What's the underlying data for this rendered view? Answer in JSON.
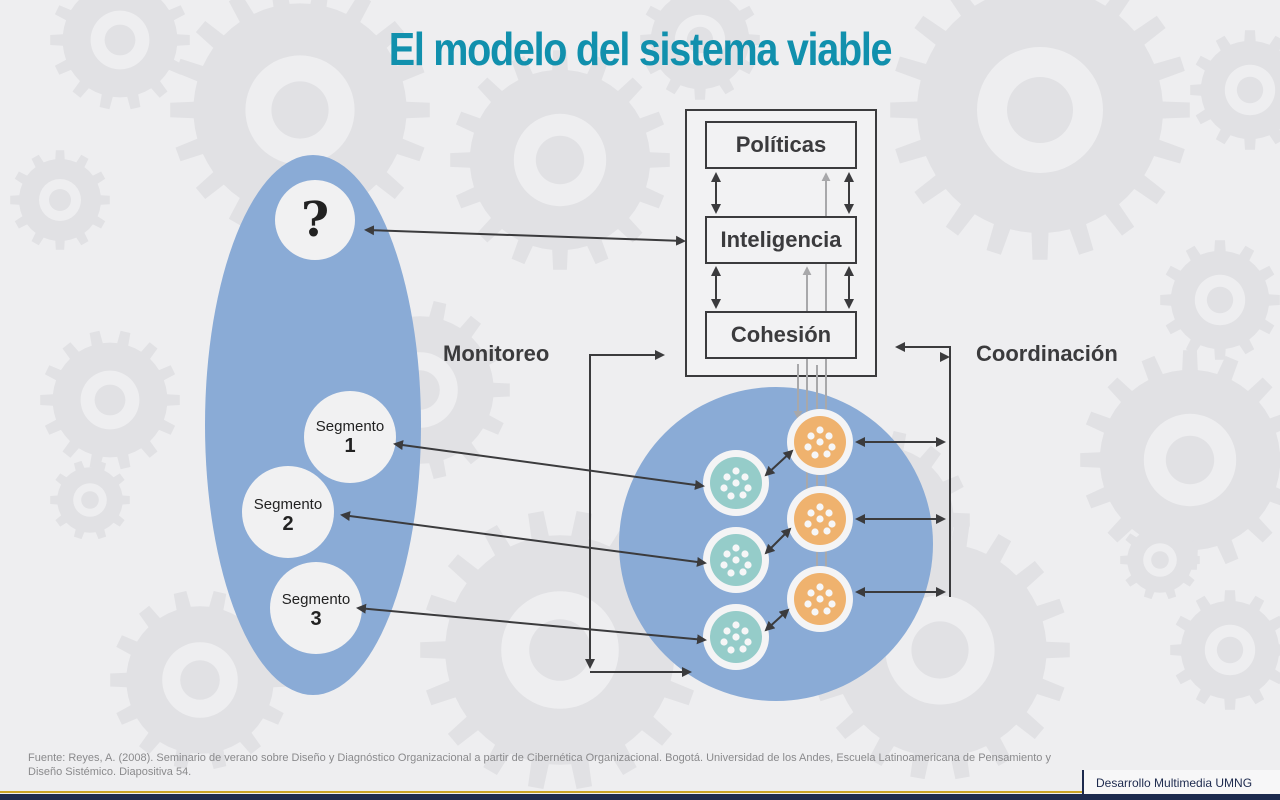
{
  "title": "El modelo del sistema viable",
  "labels": {
    "question": "?",
    "monitoring": "Monitoreo",
    "coordination": "Coordinación"
  },
  "management_boxes": [
    "Políticas",
    "Inteligencia",
    "Cohesión"
  ],
  "segments": [
    {
      "name": "Segmento",
      "number": "1"
    },
    {
      "name": "Segmento",
      "number": "2"
    },
    {
      "name": "Segmento",
      "number": "3"
    }
  ],
  "source": "Fuente: Reyes, A. (2008). Seminario de verano sobre Diseño y Diagnóstico Organizacional a partir de Cibernética Organizacional. Bogotá. Universidad de los Andes, Escuela Latinoamericana de Pensamiento y Diseño Sistémico.  Diapositiva 54.",
  "footer": "Desarrollo Multimedia UMNG",
  "colors": {
    "title": "#1190ad",
    "ellipse": "#8aabd6",
    "teal_unit": "#95ccc9",
    "orange_unit": "#efb26e",
    "text_dark": "#3b3b3d",
    "footer_navy": "#1d2a4e"
  }
}
